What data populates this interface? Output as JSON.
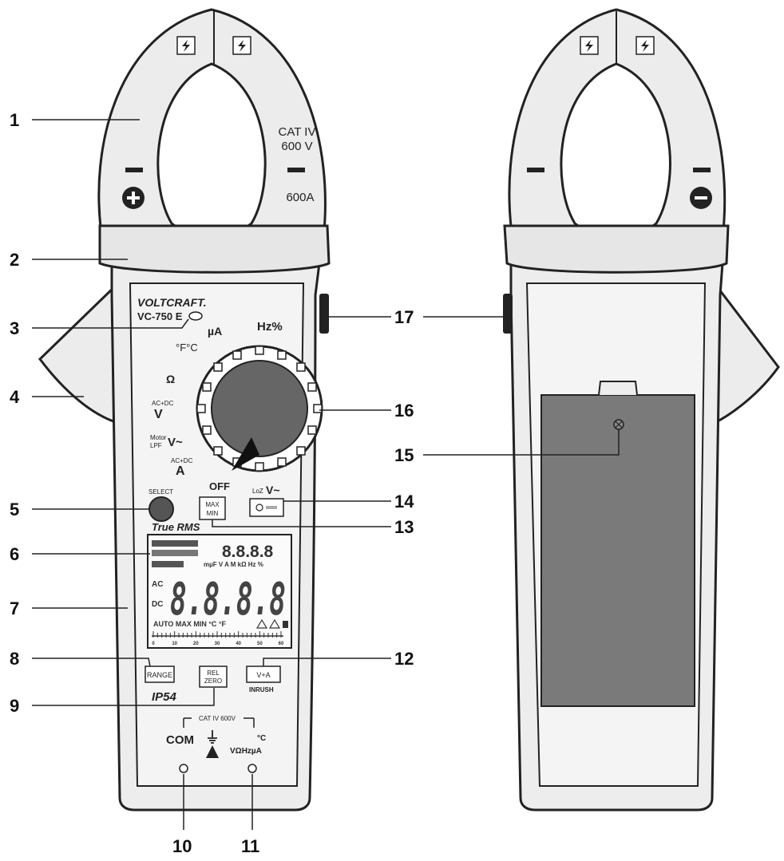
{
  "front": {
    "cat_rating": "CAT IV",
    "cat_voltage": "600 V",
    "current_rating": "600A",
    "brand": "VOLTCRAFT.",
    "model": "VC-750 E",
    "dial": {
      "hz": "Hz%",
      "ua": "µA",
      "temp": "°F°C",
      "ohm": "Ω",
      "v_acdc_small": "AC+DC",
      "v_acdc": "V",
      "motor_small": "Motor",
      "lpf_small": "LPF",
      "v_motor": "V~",
      "a_acdc_small": "AC+DC",
      "a_acdc": "A",
      "off": "OFF",
      "loz_small": "LoZ",
      "loz_v": "V~"
    },
    "select_label": "SELECT",
    "maxmin_top": "MAX",
    "maxmin_bottom": "MIN",
    "true_rms": "True RMS",
    "lcd": {
      "secondary_digits": "8.8.8.8",
      "main_digits": "8.8.8.8",
      "units_row": "mµF V A M kΩ Hz %",
      "status_row": "AUTO MAX MIN °C °F",
      "ac": "AC",
      "dc": "DC",
      "bar_scale": [
        "0",
        "10",
        "20",
        "30",
        "40",
        "50",
        "60"
      ]
    },
    "range_label": "RANGE",
    "rel_top": "REL",
    "rel_bottom": "ZERO",
    "va_label": "V+A",
    "inrush_label": "INRUSH",
    "ip_rating": "IP54",
    "input_cat": "CAT IV 600V",
    "com_label": "COM",
    "v_terminal_label": "VΩHzµA",
    "temp_terminal_label": "°C"
  },
  "callouts": [
    "1",
    "2",
    "3",
    "4",
    "5",
    "6",
    "7",
    "8",
    "9",
    "10",
    "11",
    "12",
    "13",
    "14",
    "15",
    "16",
    "17"
  ]
}
